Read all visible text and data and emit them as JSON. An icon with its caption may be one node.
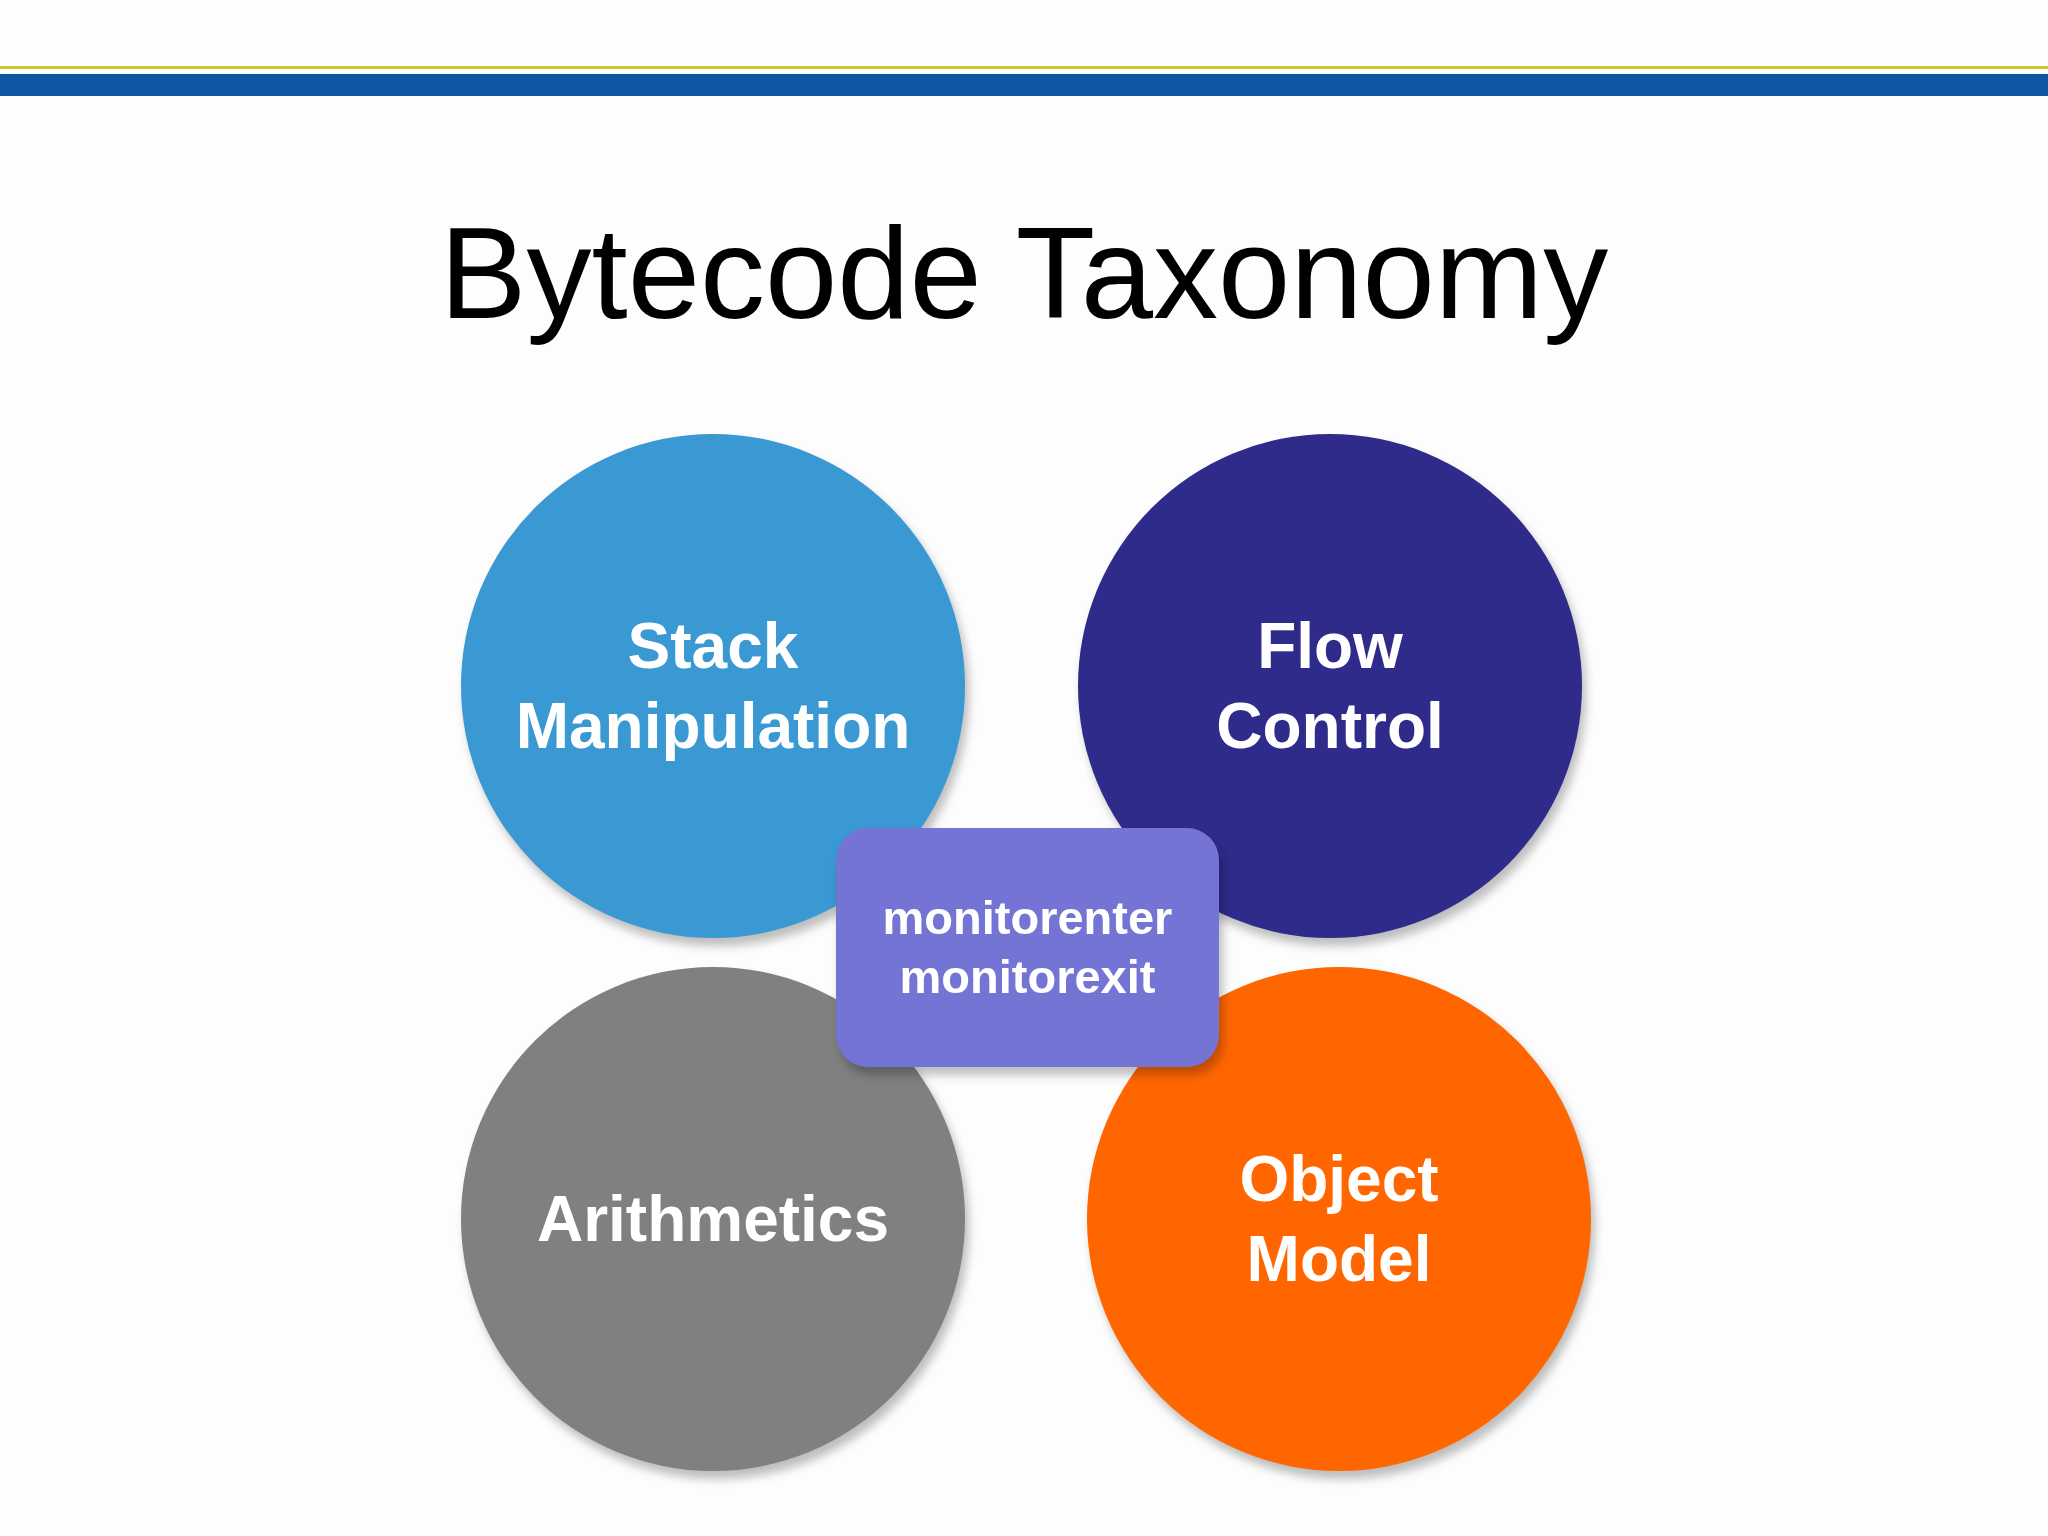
{
  "diagram": {
    "title": "Bytecode Taxonomy",
    "nodes": [
      {
        "text": [
          "Stack Manipulation"
        ]
      },
      {
        "text": [
          "Flow Control"
        ]
      },
      {
        "text": [
          "Arithmetics"
        ]
      },
      {
        "text": [
          "Object Model"
        ]
      },
      {
        "text": [
          "monitorenter monitorexit"
        ]
      }
    ]
  }
}
